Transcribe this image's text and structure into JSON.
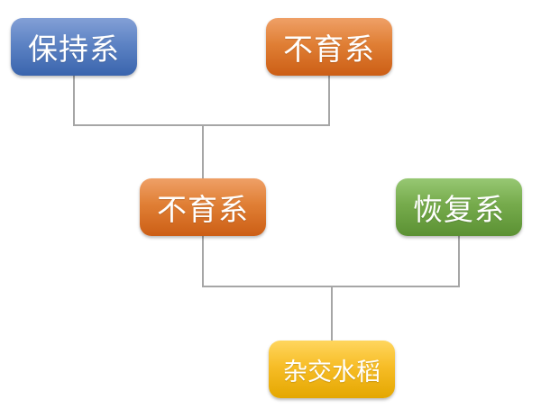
{
  "diagram": {
    "type": "flowchart",
    "background_color": "#ffffff",
    "connector_color": "#a6a6a6",
    "nodes": [
      {
        "id": "maintainer",
        "label": "保持系",
        "palette": "blue",
        "color_top": "#83a0d6",
        "color_bottom": "#3a64ad"
      },
      {
        "id": "sterile-top",
        "label": "不育系",
        "palette": "orange",
        "color_top": "#efa067",
        "color_bottom": "#cc5e15"
      },
      {
        "id": "sterile-middle",
        "label": "不育系",
        "palette": "orange",
        "color_top": "#efa067",
        "color_bottom": "#cc5e15"
      },
      {
        "id": "restorer",
        "label": "恢复系",
        "palette": "green",
        "color_top": "#97c873",
        "color_bottom": "#5b9133"
      },
      {
        "id": "hybrid-rice",
        "label": "杂交水稻",
        "palette": "yellow",
        "color_top": "#ffd65e",
        "color_bottom": "#e4a700"
      }
    ],
    "edges": [
      {
        "from": "maintainer",
        "to": "sterile-middle"
      },
      {
        "from": "sterile-top",
        "to": "sterile-middle"
      },
      {
        "from": "sterile-middle",
        "to": "hybrid-rice"
      },
      {
        "from": "restorer",
        "to": "hybrid-rice"
      }
    ]
  }
}
